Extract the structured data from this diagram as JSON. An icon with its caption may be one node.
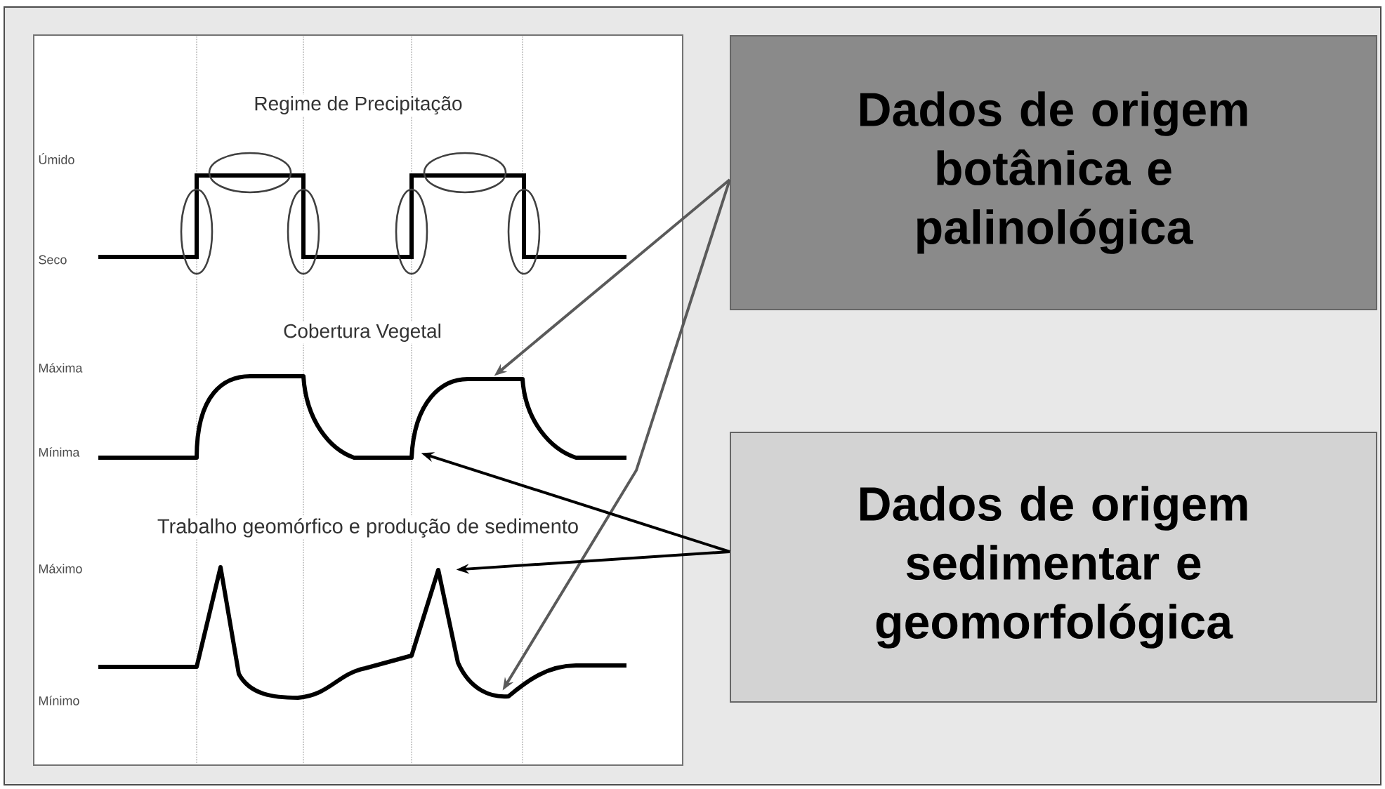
{
  "diagram": {
    "nodes": [
      {
        "text": [
          "Dados de origem botânica e palinológica"
        ]
      },
      {
        "text": [
          "Dados de origem sedimentar e geomorfológica"
        ]
      },
      {
        "text": [],
        "shape": "curve"
      },
      {
        "text": [],
        "shape": "curve"
      }
    ],
    "edges": [
      {
        "from": 0,
        "to": 2,
        "arrow": "to",
        "color": "#5a5a5a"
      },
      {
        "from": 0,
        "to": 3,
        "arrow": "to",
        "color": "#5a5a5a"
      },
      {
        "from": 1,
        "to": 2,
        "arrow": "to"
      },
      {
        "from": 1,
        "to": 3,
        "arrow": "to"
      }
    ],
    "labels": [
      "Regime de Precipitação",
      "Úmido",
      "Seco",
      "Cobertura Vegetal",
      "Máxima",
      "Mínima",
      "Trabalho geomórfico e produção de sedimento",
      "Máximo",
      "Mínimo"
    ]
  }
}
